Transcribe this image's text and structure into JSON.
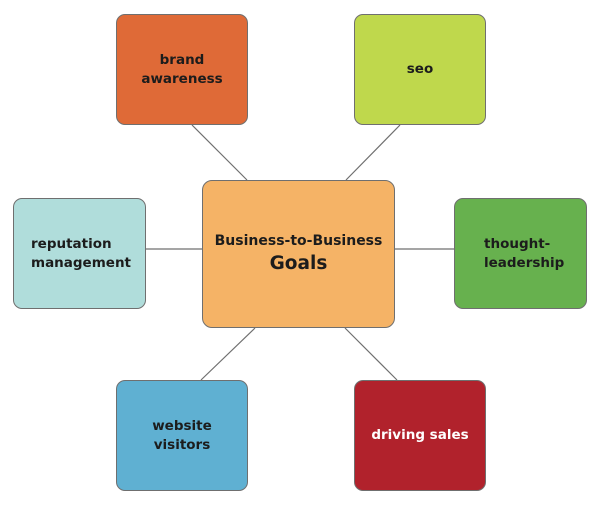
{
  "center": {
    "line1": "Business-to-Business",
    "line2": "Goals",
    "color": "#f5b366",
    "text_color": "#1c1c1c"
  },
  "nodes": {
    "brand_awareness": {
      "label": "brand awareness",
      "color": "#df6a37",
      "text_color": "#1c1c1c"
    },
    "seo": {
      "label": "seo",
      "color": "#bfd84c",
      "text_color": "#1c1c1c"
    },
    "reputation_management": {
      "label": "reputation management",
      "color": "#b0dddb",
      "text_color": "#1c1c1c"
    },
    "thought_leadership": {
      "label": "thought-leadership",
      "color": "#67b14e",
      "text_color": "#1c1c1c"
    },
    "website_visitors": {
      "label": "website visitors",
      "color": "#5fb0d2",
      "text_color": "#1c1c1c"
    },
    "driving_sales": {
      "label": "driving sales",
      "color": "#b1222c",
      "text_color": "#ffffff"
    }
  },
  "connector_color": "#6f6f6f"
}
